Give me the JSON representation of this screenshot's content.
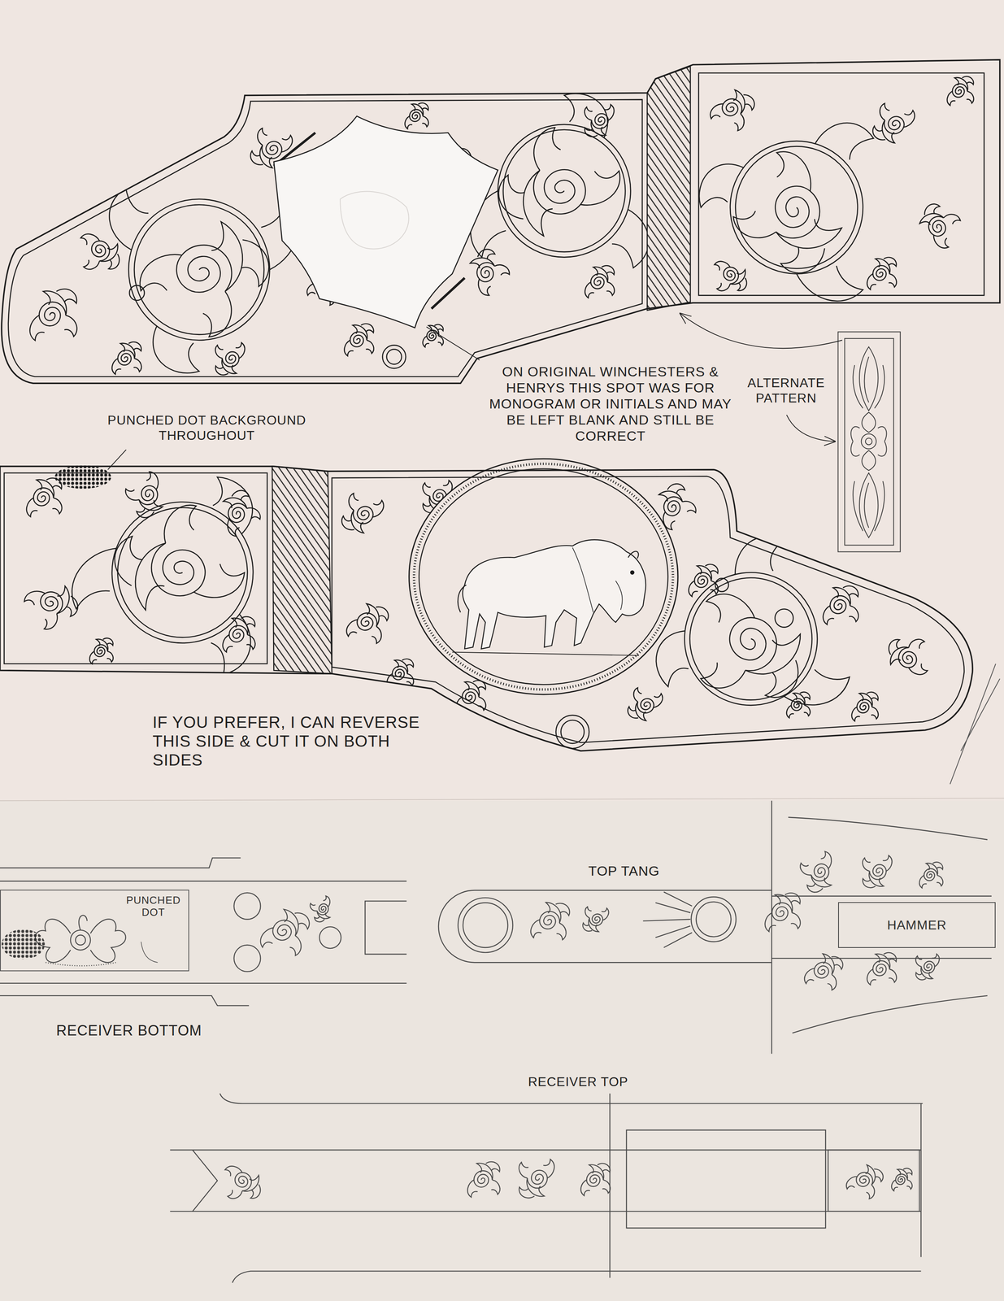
{
  "diagram": {
    "nodes": [
      {
        "text": [
          "PUNCHED DOT"
        ]
      },
      {
        "text": [
          "HAMMER"
        ]
      }
    ],
    "labels": [
      "ON ORIGINAL WINCHESTERS & HENRYS THIS SPOT WAS FOR MONOGRAM OR INITIALS AND MAY BE LEFT BLANK AND STILL BE CORRECT",
      "ALTERNATE PATTERN",
      "PUNCHED DOT BACKGROUND THROUGHOUT",
      "IF YOU PREFER, I CAN REVERSE THIS SIDE & CUT IT ON BOTH SIDES",
      "RECEIVER BOTTOM",
      "TOP TANG",
      "RECEIVER TOP"
    ]
  }
}
